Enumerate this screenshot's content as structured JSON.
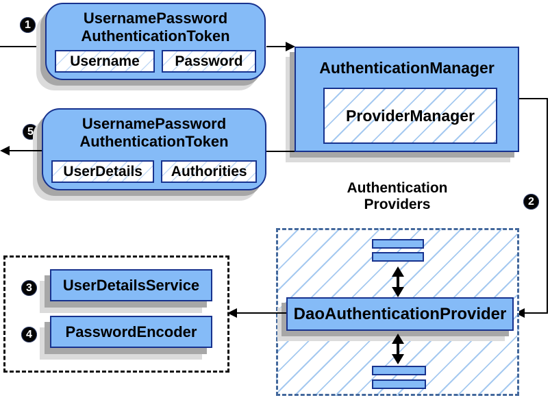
{
  "badges": {
    "step1": "1",
    "step2": "2",
    "step3": "3",
    "step4": "4",
    "step5": "5"
  },
  "token_request": {
    "title_line1": "UsernamePassword",
    "title_line2": "AuthenticationToken",
    "field1": "Username",
    "field2": "Password"
  },
  "auth_manager": {
    "title": "AuthenticationManager",
    "inner": "ProviderManager"
  },
  "token_response": {
    "title_line1": "UsernamePassword",
    "title_line2": "AuthenticationToken",
    "field1": "UserDetails",
    "field2": "Authorities"
  },
  "providers": {
    "header_line1": "Authentication",
    "header_line2": "Providers",
    "dao": "DaoAuthenticationProvider"
  },
  "services": {
    "user_details_service": "UserDetailsService",
    "password_encoder": "PasswordEncoder"
  },
  "colors": {
    "box_fill": "#85bbf7",
    "box_border": "#17328e",
    "hatch_line": "#a5c9f0",
    "dashed_frame": "#43689c",
    "shadow_dark": "#a7a7a7",
    "shadow_light": "#dbdbdb",
    "line": "#000000"
  }
}
